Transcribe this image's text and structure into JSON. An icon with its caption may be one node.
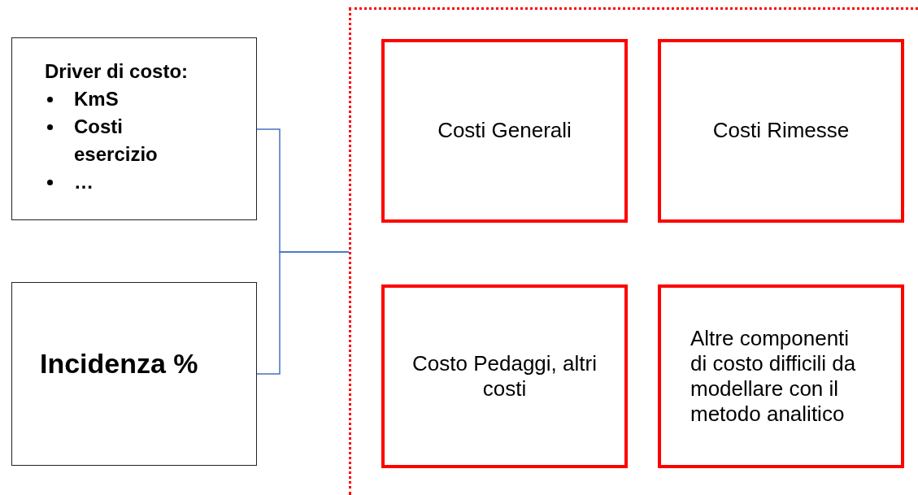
{
  "diagram": {
    "nodes": [
      {
        "text": [
          "Driver di costo:",
          "KmS",
          "Costi esercizio",
          "…"
        ]
      },
      {
        "text": [
          "Incidenza %"
        ]
      },
      {
        "text": [],
        "shape": "box"
      },
      {
        "text": [
          "Costi Generali"
        ],
        "in": 2
      },
      {
        "text": [
          "Costi Rimesse"
        ],
        "in": 2
      },
      {
        "text": [
          "Costo Pedaggi, altri costi"
        ],
        "in": 2
      },
      {
        "text": [
          "Altre componenti di costo difficili da modellare con il metodo analitico"
        ],
        "in": 2
      }
    ],
    "edges": [
      {
        "from": 0,
        "to": 2,
        "arrow": "none"
      },
      {
        "from": 1,
        "to": 2,
        "arrow": "none"
      }
    ]
  }
}
